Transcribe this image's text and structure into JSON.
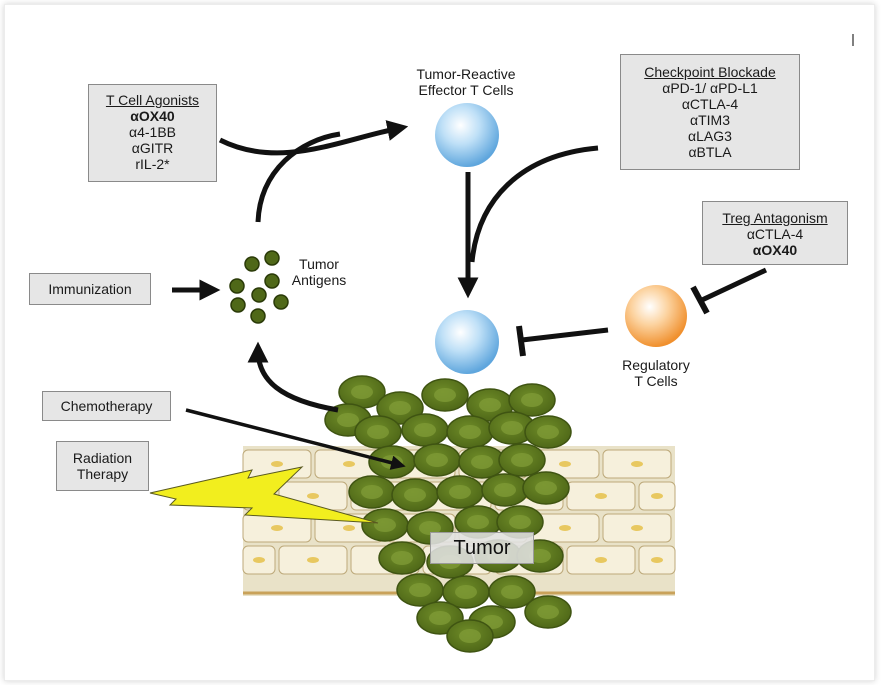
{
  "t_cell_agonists": {
    "title": "T Cell Agonists",
    "items": [
      "αOX40",
      "α4-1BB",
      "αGITR",
      "rIL-2*"
    ]
  },
  "checkpoint_blockade": {
    "title": "Checkpoint Blockade",
    "items": [
      "αPD-1/ αPD-L1",
      "αCTLA-4",
      "αTIM3",
      "αLAG3",
      "αBTLA"
    ]
  },
  "treg_antagonism": {
    "title": "Treg Antagonism",
    "items": [
      "αCTLA-4",
      "αOX40"
    ]
  },
  "effector_cells": {
    "line1": "Tumor-Reactive",
    "line2": "Effector T Cells"
  },
  "tumor_antigens": {
    "line1": "Tumor",
    "line2": "Antigens"
  },
  "regulatory_cells": {
    "line1": "Regulatory",
    "line2": "T Cells"
  },
  "immunization": "Immunization",
  "chemotherapy": "Chemotherapy",
  "radiation": {
    "line1": "Radiation",
    "line2": "Therapy"
  },
  "tumor": "Tumor",
  "colors": {
    "tumor_cell": "#5f7a1f",
    "tumor_cell_dark": "#3f5412",
    "normal_cell": "#f6f0dc",
    "lightning": "#f2ee1e",
    "effector_cell": "#9ccdf0",
    "regulatory_cell": "#f8b56c",
    "arrow": "#111111",
    "box": "#e6e6e6"
  }
}
